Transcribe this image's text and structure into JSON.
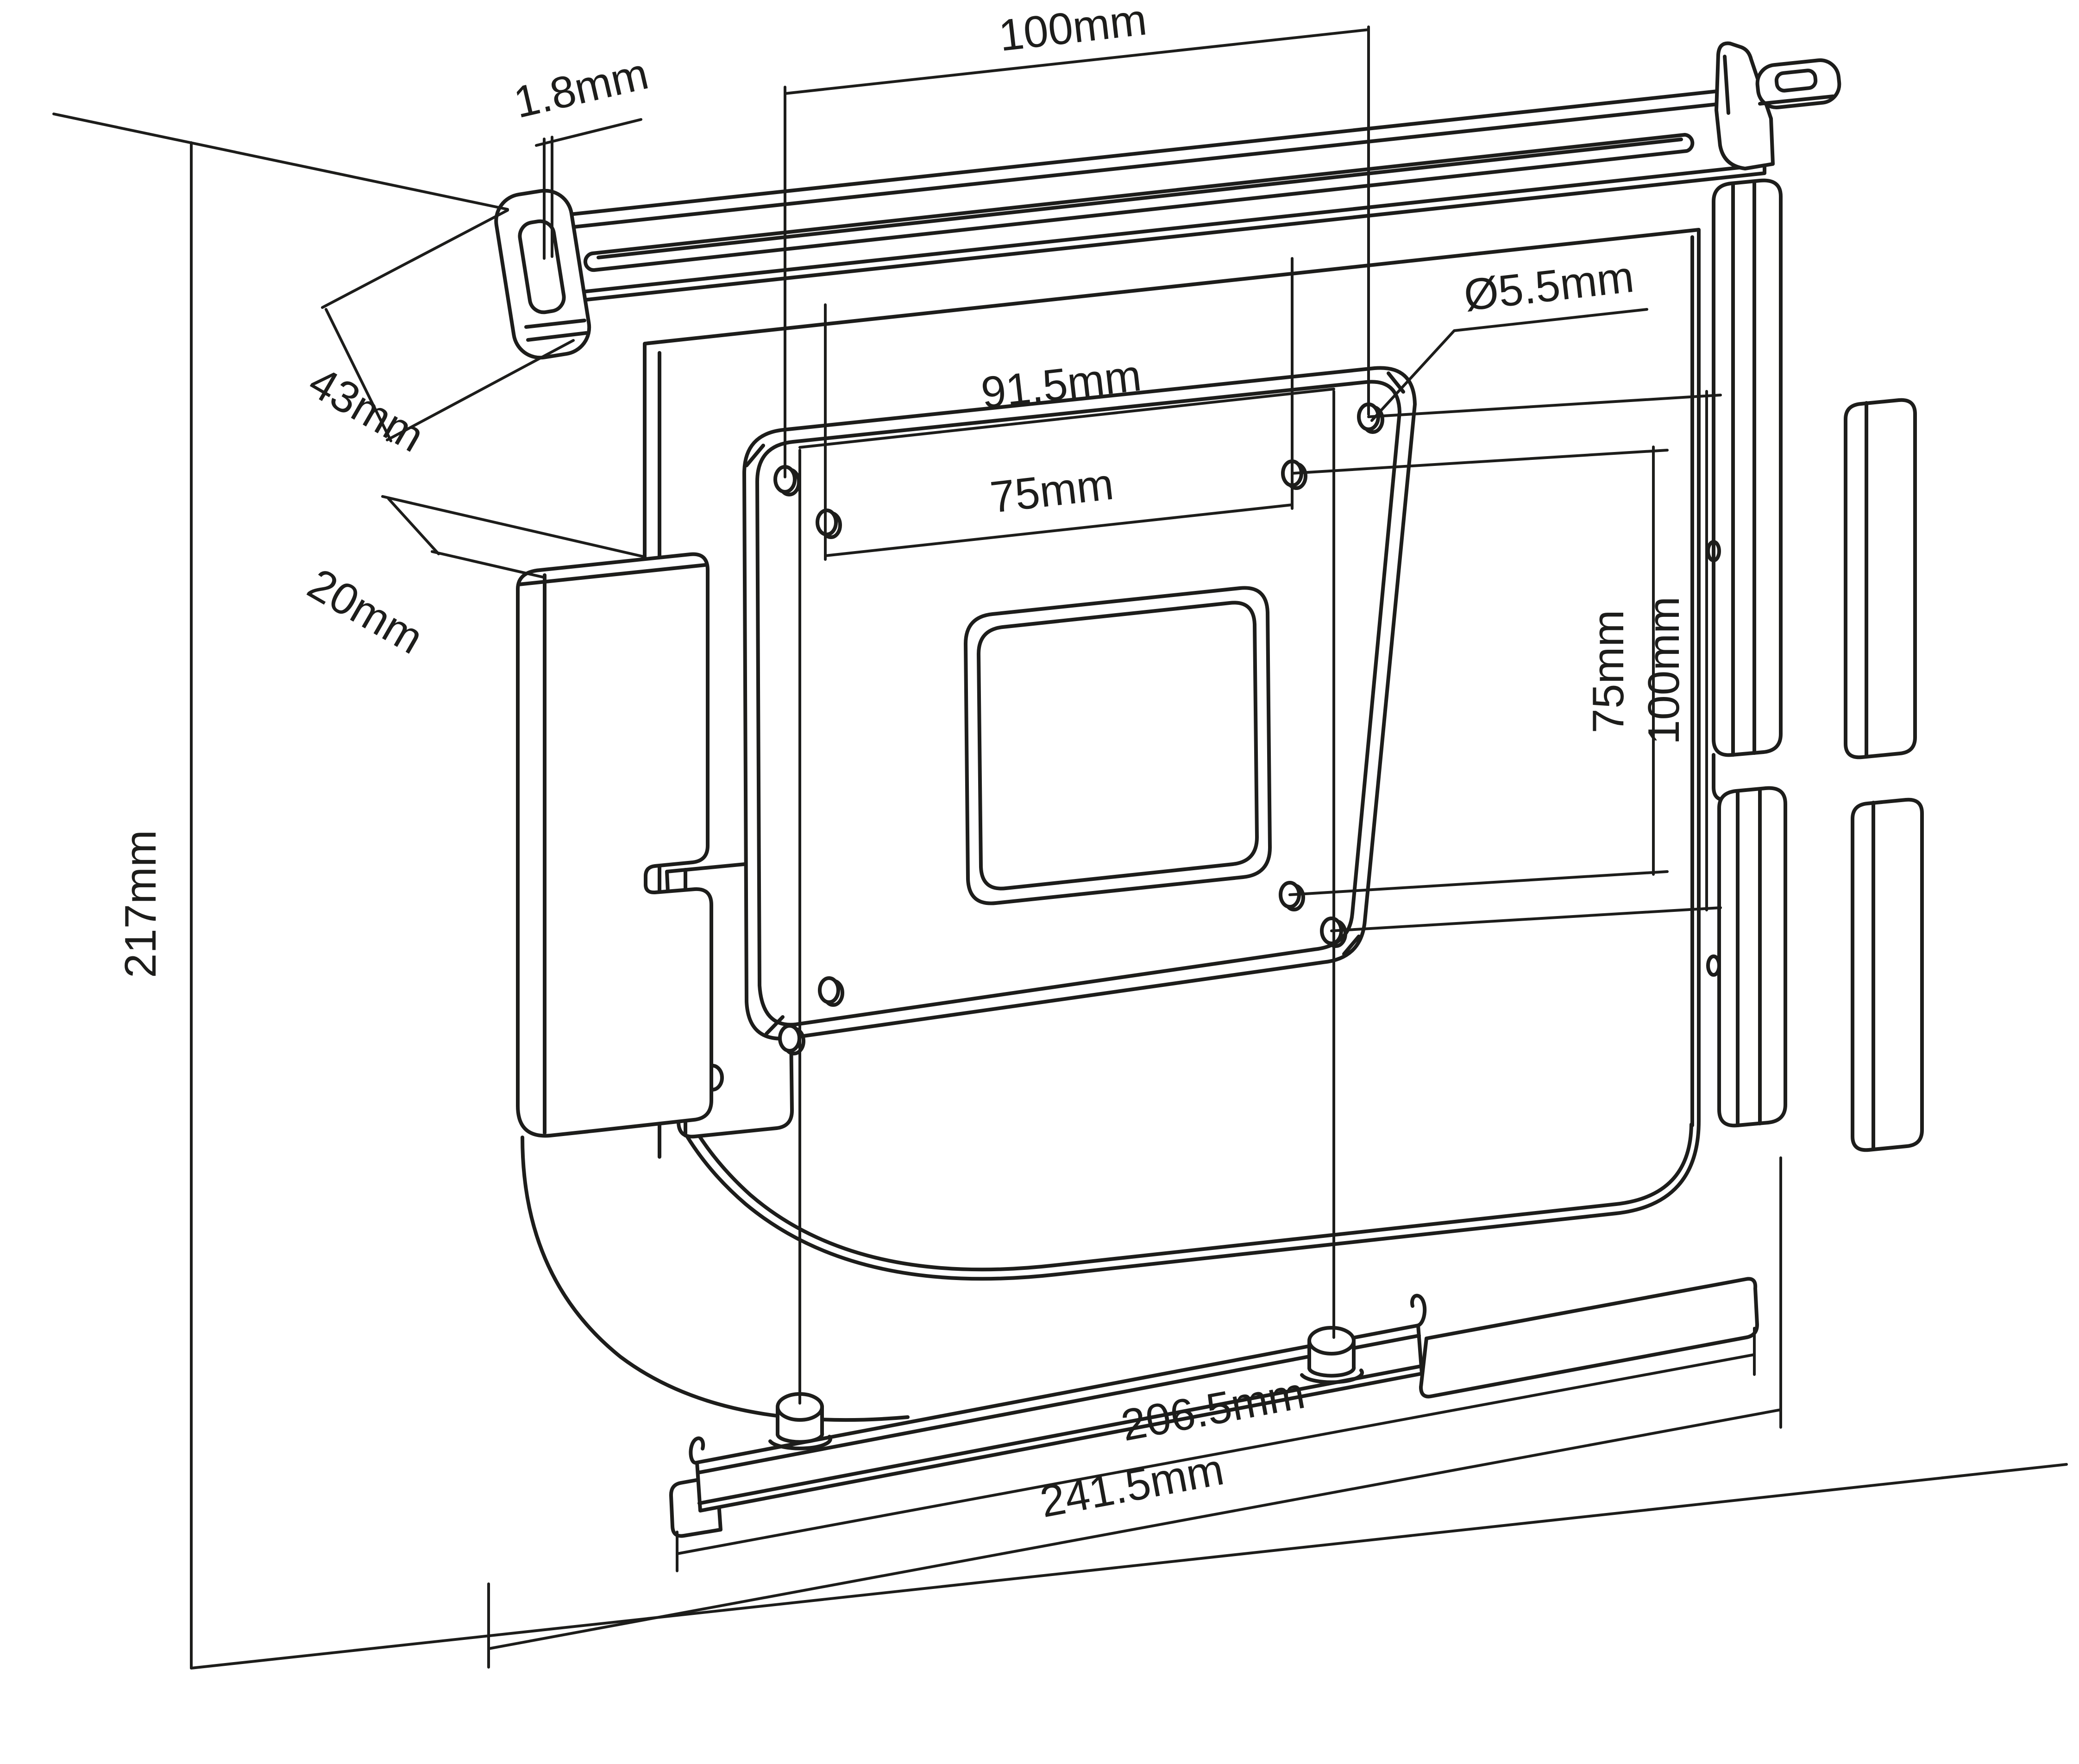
{
  "drawing": {
    "background_color": "#ffffff",
    "line_color": "#1d1d1b",
    "units": "mm",
    "dimensions": {
      "top_thickness": {
        "label": "1.8mm",
        "orientation": "slanted"
      },
      "vesa_width_100": {
        "label": "100mm",
        "orientation": "slanted"
      },
      "hook_depth": {
        "label": "43mm",
        "orientation": "diagonal"
      },
      "stud_span": {
        "label": "91.5mm",
        "orientation": "slanted"
      },
      "vesa_width_75": {
        "label": "75mm",
        "orientation": "slanted"
      },
      "hole_diameter": {
        "label": "Ø5.5mm",
        "orientation": "slanted"
      },
      "clip_depth": {
        "label": "20mm",
        "orientation": "diagonal"
      },
      "overall_height": {
        "label": "217mm",
        "orientation": "vertical"
      },
      "vesa_height_75": {
        "label": "75mm",
        "orientation": "vertical"
      },
      "vesa_height_100": {
        "label": "100mm",
        "orientation": "vertical"
      },
      "rail_length": {
        "label": "206.5mm",
        "orientation": "slanted"
      },
      "overall_width": {
        "label": "241.5mm",
        "orientation": "slanted"
      }
    }
  }
}
